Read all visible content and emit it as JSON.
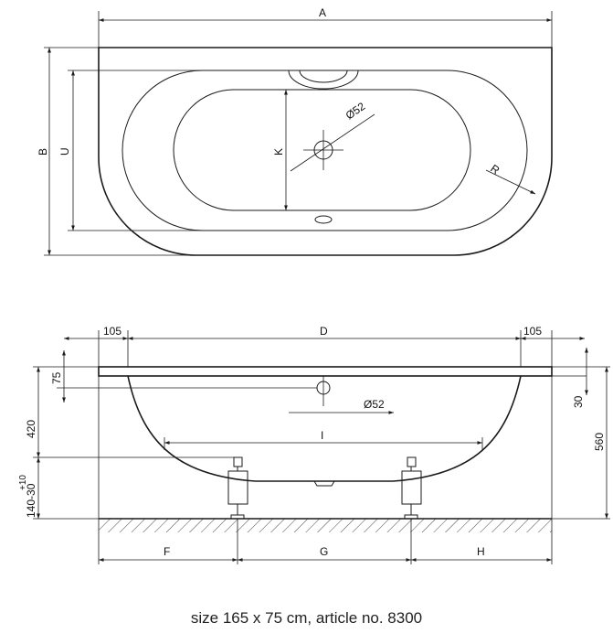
{
  "top_view": {
    "dim_a": "A",
    "dim_b": "B",
    "dim_u": "U",
    "dim_k": "K",
    "dim_r": "R",
    "drain_diameter": "Ø52"
  },
  "side_view": {
    "dim_d": "D",
    "dim_i": "I",
    "dim_f": "F",
    "dim_g": "G",
    "dim_h": "H",
    "overhang_left": "105",
    "overhang_right": "105",
    "rim_75": "75",
    "depth_420": "420",
    "feet_adjust_top": "+10",
    "feet_height": "140-30",
    "rim_30": "30",
    "total_height": "560",
    "drain_diameter": "Ø52"
  },
  "caption": "size 165 x 75 cm, article no. 8300"
}
